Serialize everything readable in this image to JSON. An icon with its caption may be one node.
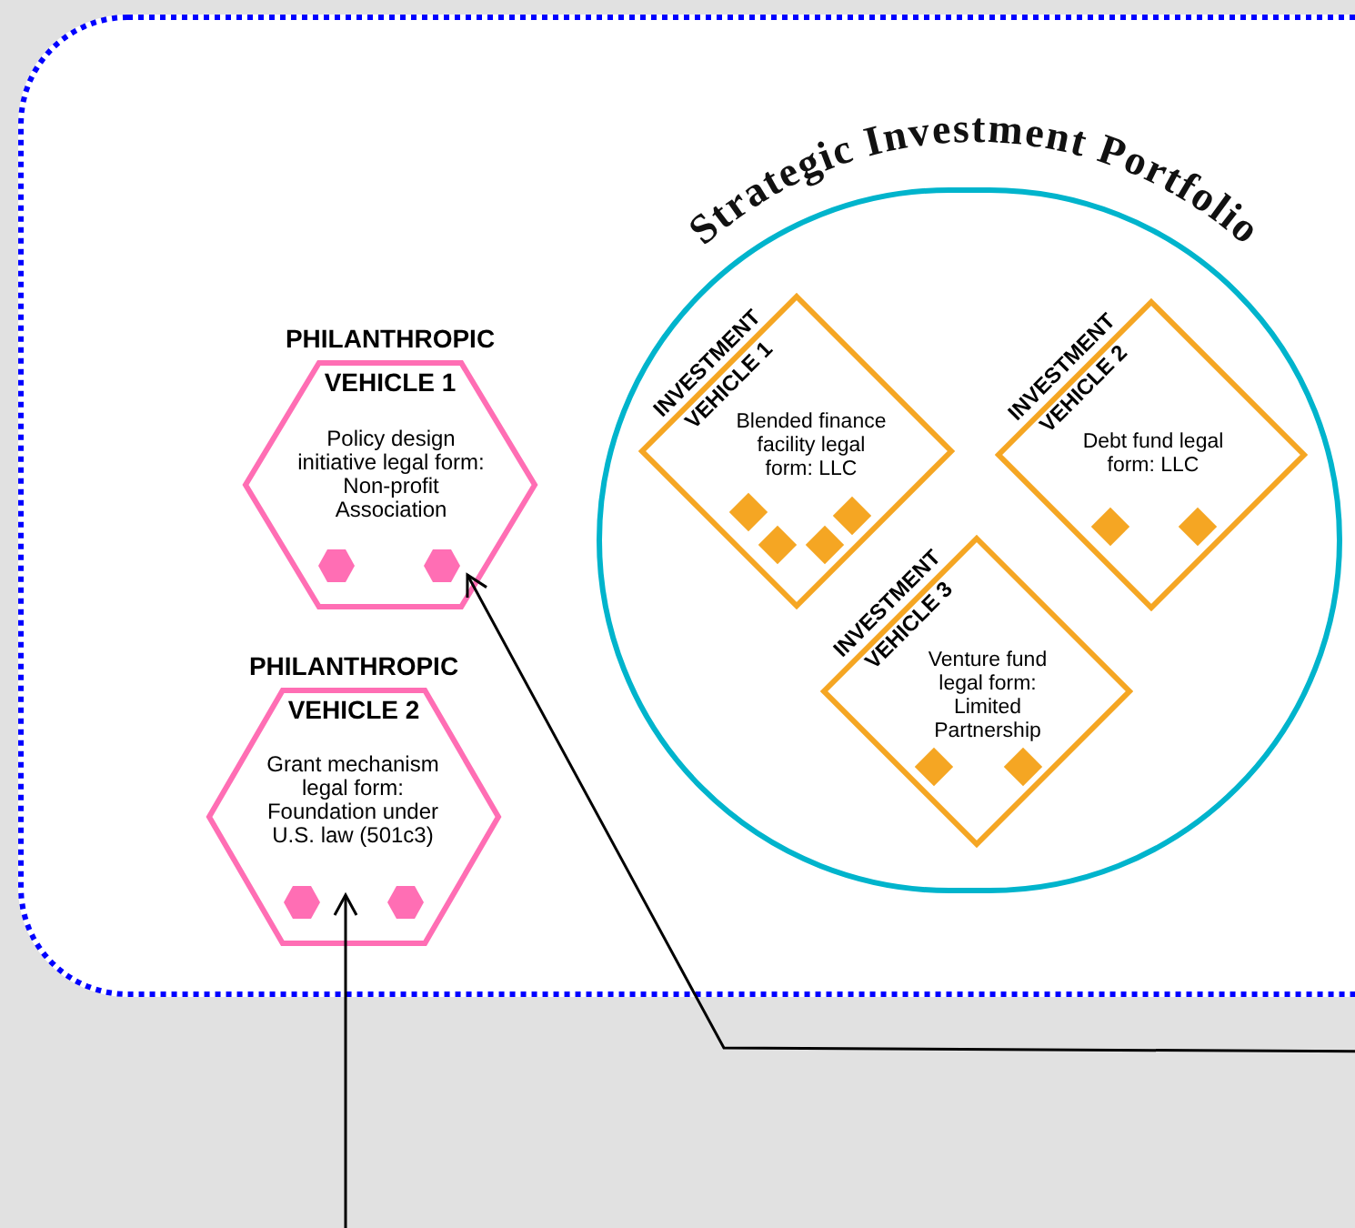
{
  "diagram": {
    "nodes": [
      {
        "text": [],
        "shape": "box"
      },
      {
        "text": [
          "Strategic Investment Portfolio"
        ],
        "in": 0
      },
      {
        "text": [
          "INVESTMENT VEHICLE 1",
          "Blended finance facility legal form: LLC"
        ],
        "in": 1
      },
      {
        "text": [
          "INVESTMENT VEHICLE 2",
          "Debt fund legal form: LLC"
        ],
        "in": 1
      },
      {
        "text": [
          "INVESTMENT VEHICLE 3",
          "Venture fund legal form: Limited Partnership"
        ],
        "in": 1
      },
      {
        "text": [
          "PHILANTHROPIC VEHICLE 1",
          "Policy design initiative legal form: Non-profit Association"
        ],
        "in": 0
      },
      {
        "text": [
          "PHILANTHROPIC VEHICLE 2",
          "Grant mechanism legal form: Foundation under U.S. law (501c3)"
        ],
        "in": 0
      }
    ],
    "edges": [
      {
        "from": null,
        "to": 5,
        "arrow": "to"
      },
      {
        "from": null,
        "to": 6,
        "arrow": "to"
      }
    ]
  }
}
